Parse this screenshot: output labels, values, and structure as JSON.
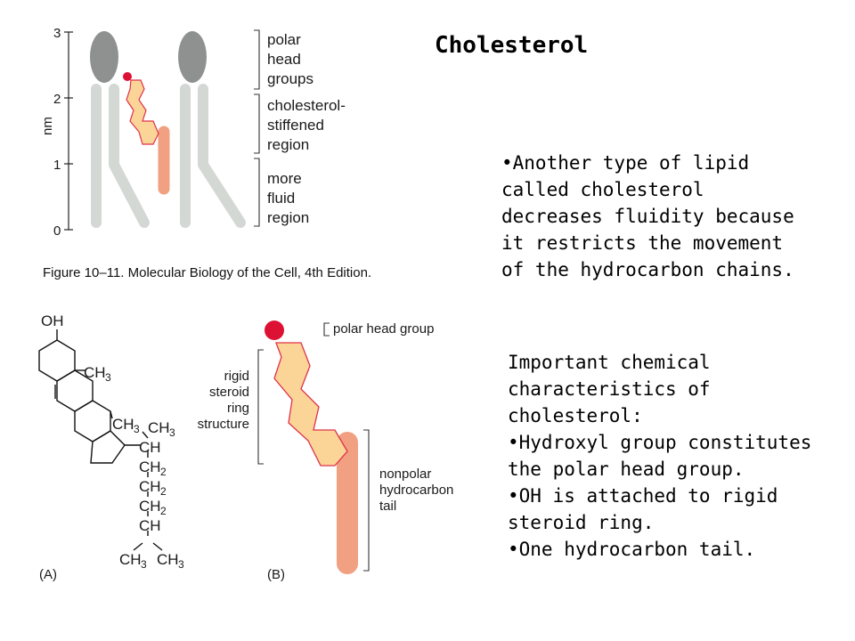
{
  "title": "Cholesterol",
  "paragraph1": [
    "•Another type of lipid",
    "called cholesterol",
    "decreases fluidity because",
    "it restricts the movement",
    "of the hydrocarbon chains."
  ],
  "paragraph2": [
    "Important chemical",
    "characteristics of",
    "cholesterol:",
    "•Hydroxyl group constitutes",
    "the polar head group.",
    "•OH is attached to rigid",
    "steroid ring.",
    "•One hydrocarbon tail."
  ],
  "figure_top": {
    "axis_label": "nm",
    "ticks": [
      "3",
      "2",
      "1",
      "0"
    ],
    "region_polar": [
      "polar",
      "head",
      "groups"
    ],
    "region_stiffened": [
      "cholesterol-",
      "stiffened",
      "region"
    ],
    "region_fluid": [
      "more",
      "fluid",
      "region"
    ],
    "caption": "Figure 10–11. Molecular Biology of the Cell, 4th Edition."
  },
  "figure_a": {
    "label": "(A)",
    "oh": "OH",
    "methyl": "CH",
    "sub3": "3",
    "sub2": "2",
    "ch": "CH",
    "ch2": "CH"
  },
  "figure_b": {
    "label": "(B)",
    "polar_head": "polar head group",
    "rigid": [
      "rigid",
      "steroid",
      "ring",
      "structure"
    ],
    "nonpolar": [
      "nonpolar",
      "hydrocarbon",
      "tail"
    ]
  },
  "colors": {
    "lipid_gray": "#d3d8d4",
    "head_gray": "#8f9190",
    "ring_fill": "#fbd598",
    "ring_stroke": "#e0304a",
    "tail": "#f1a082",
    "head_red": "#dd1133"
  }
}
